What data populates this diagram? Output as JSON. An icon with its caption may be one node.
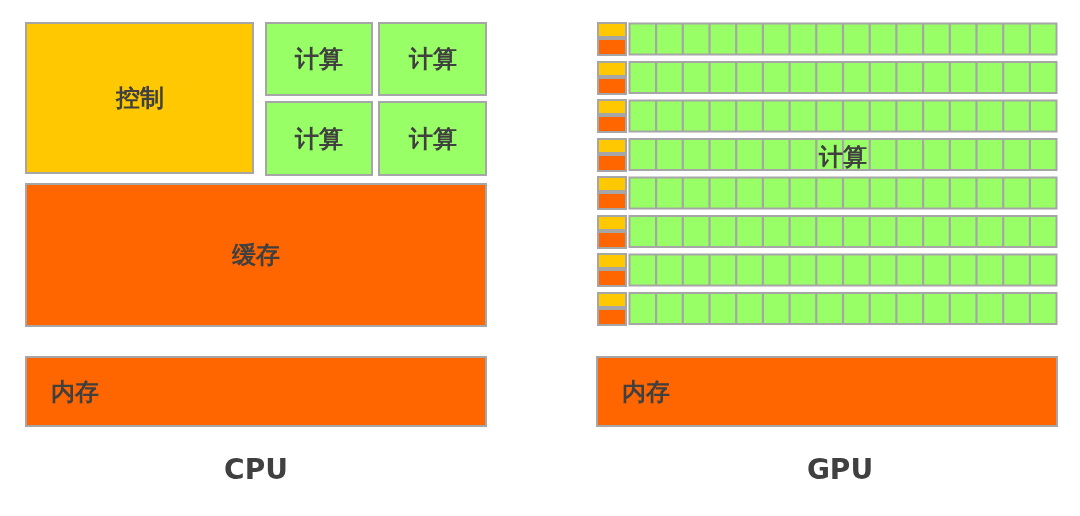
{
  "diagram": {
    "nodes": [
      {
        "text": [
          "控制"
        ]
      },
      {
        "text": [
          "计算"
        ]
      },
      {
        "text": [
          "计算"
        ]
      },
      {
        "text": [
          "计算"
        ]
      },
      {
        "text": [
          "计算"
        ]
      },
      {
        "text": [
          "缓存"
        ]
      },
      {
        "text": [
          "内存"
        ]
      },
      {
        "text": [],
        "shape": "box"
      },
      {
        "text": [],
        "shape": "box"
      },
      {
        "text": [],
        "shape": "box"
      },
      {
        "text": [],
        "shape": "box"
      },
      {
        "text": [],
        "shape": "box"
      },
      {
        "text": [],
        "shape": "box"
      },
      {
        "text": [],
        "shape": "box"
      },
      {
        "text": [],
        "shape": "box"
      },
      {
        "text": [],
        "shape": "box"
      },
      {
        "text": [],
        "shape": "box"
      },
      {
        "text": [],
        "shape": "box"
      },
      {
        "text": [],
        "shape": "box"
      },
      {
        "text": [],
        "shape": "box"
      },
      {
        "text": [],
        "shape": "box"
      },
      {
        "text": [],
        "shape": "box"
      },
      {
        "text": [],
        "shape": "box"
      },
      {
        "text": [
          "计算"
        ]
      },
      {
        "text": [
          "内存"
        ]
      }
    ],
    "edges": [],
    "labels": [
      "CPU",
      "GPU"
    ]
  }
}
